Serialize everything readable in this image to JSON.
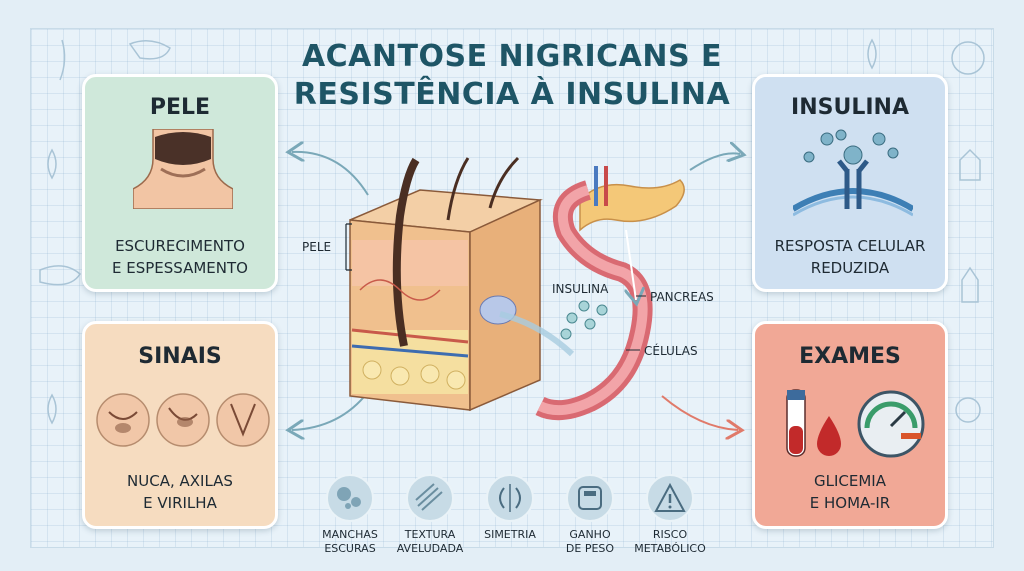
{
  "title_line1": "ACANTOSE NIGRICANS E",
  "title_line2": "RESISTÊNCIA À INSULINA",
  "cards": {
    "pele": {
      "title": "PELE",
      "line1": "ESCURECIMENTO",
      "line2": "E ESPESSAMENTO"
    },
    "sinais": {
      "title": "SINAIS",
      "line1": "NUCA, AXILAS",
      "line2": "E VIRILHA"
    },
    "insulina": {
      "title": "INSULINA",
      "line1": "RESPOSTA CELULAR",
      "line2": "REDUZIDA"
    },
    "exames": {
      "title": "EXAMES",
      "line1": "GLICEMIA",
      "line2": "E HOMA-IR"
    }
  },
  "labels": {
    "pele": "PELE",
    "insulina": "INSULINA",
    "pancreas": "PANCREAS",
    "celulas": "CÉLULAS"
  },
  "bottom_items": [
    {
      "line1": "MANCHAS",
      "line2": "ESCURAS",
      "icon": "spots-icon"
    },
    {
      "line1": "TEXTURA",
      "line2": "AVELUDADA",
      "icon": "texture-icon"
    },
    {
      "line1": "SIMETRIA",
      "line2": "",
      "icon": "symmetry-icon"
    },
    {
      "line1": "GANHO",
      "line2": "DE PESO",
      "icon": "scale-icon"
    },
    {
      "line1": "RISCO",
      "line2": "METABÓLICO",
      "icon": "warning-icon"
    }
  ],
  "colors": {
    "title": "#1e5566",
    "pele_card": "#cfe8da",
    "sinais_card": "#f6dcc0",
    "insulina_card": "#cfe0f1",
    "exames_card": "#f1a896"
  }
}
